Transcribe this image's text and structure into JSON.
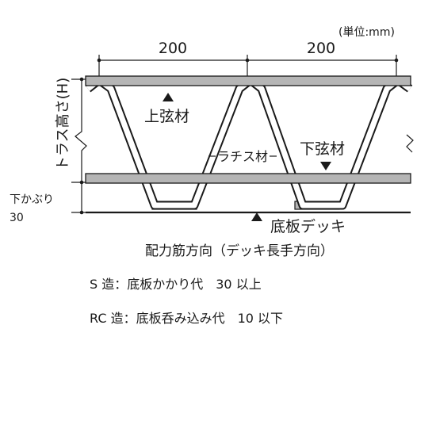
{
  "unit_label": "(単位:mm)",
  "dims": {
    "pitch_left": "200",
    "pitch_right": "200"
  },
  "labels": {
    "truss_height": "トラス高さ(H)",
    "lower_cover": "下かぶり",
    "lower_cover_value": "30",
    "top_chord": "上弦材",
    "bottom_chord": "下弦材",
    "lattice": "ラチス材",
    "deck": "底板デッキ",
    "direction": "配力筋方向（デッキ長手方向）"
  },
  "notes": {
    "s": "S 造：底板かかり代　30 以上",
    "rc": "RC 造：底板呑み込み代　10 以下"
  },
  "colors": {
    "bar_fill": "#b5b5b5",
    "stroke": "#1a1a1a"
  }
}
